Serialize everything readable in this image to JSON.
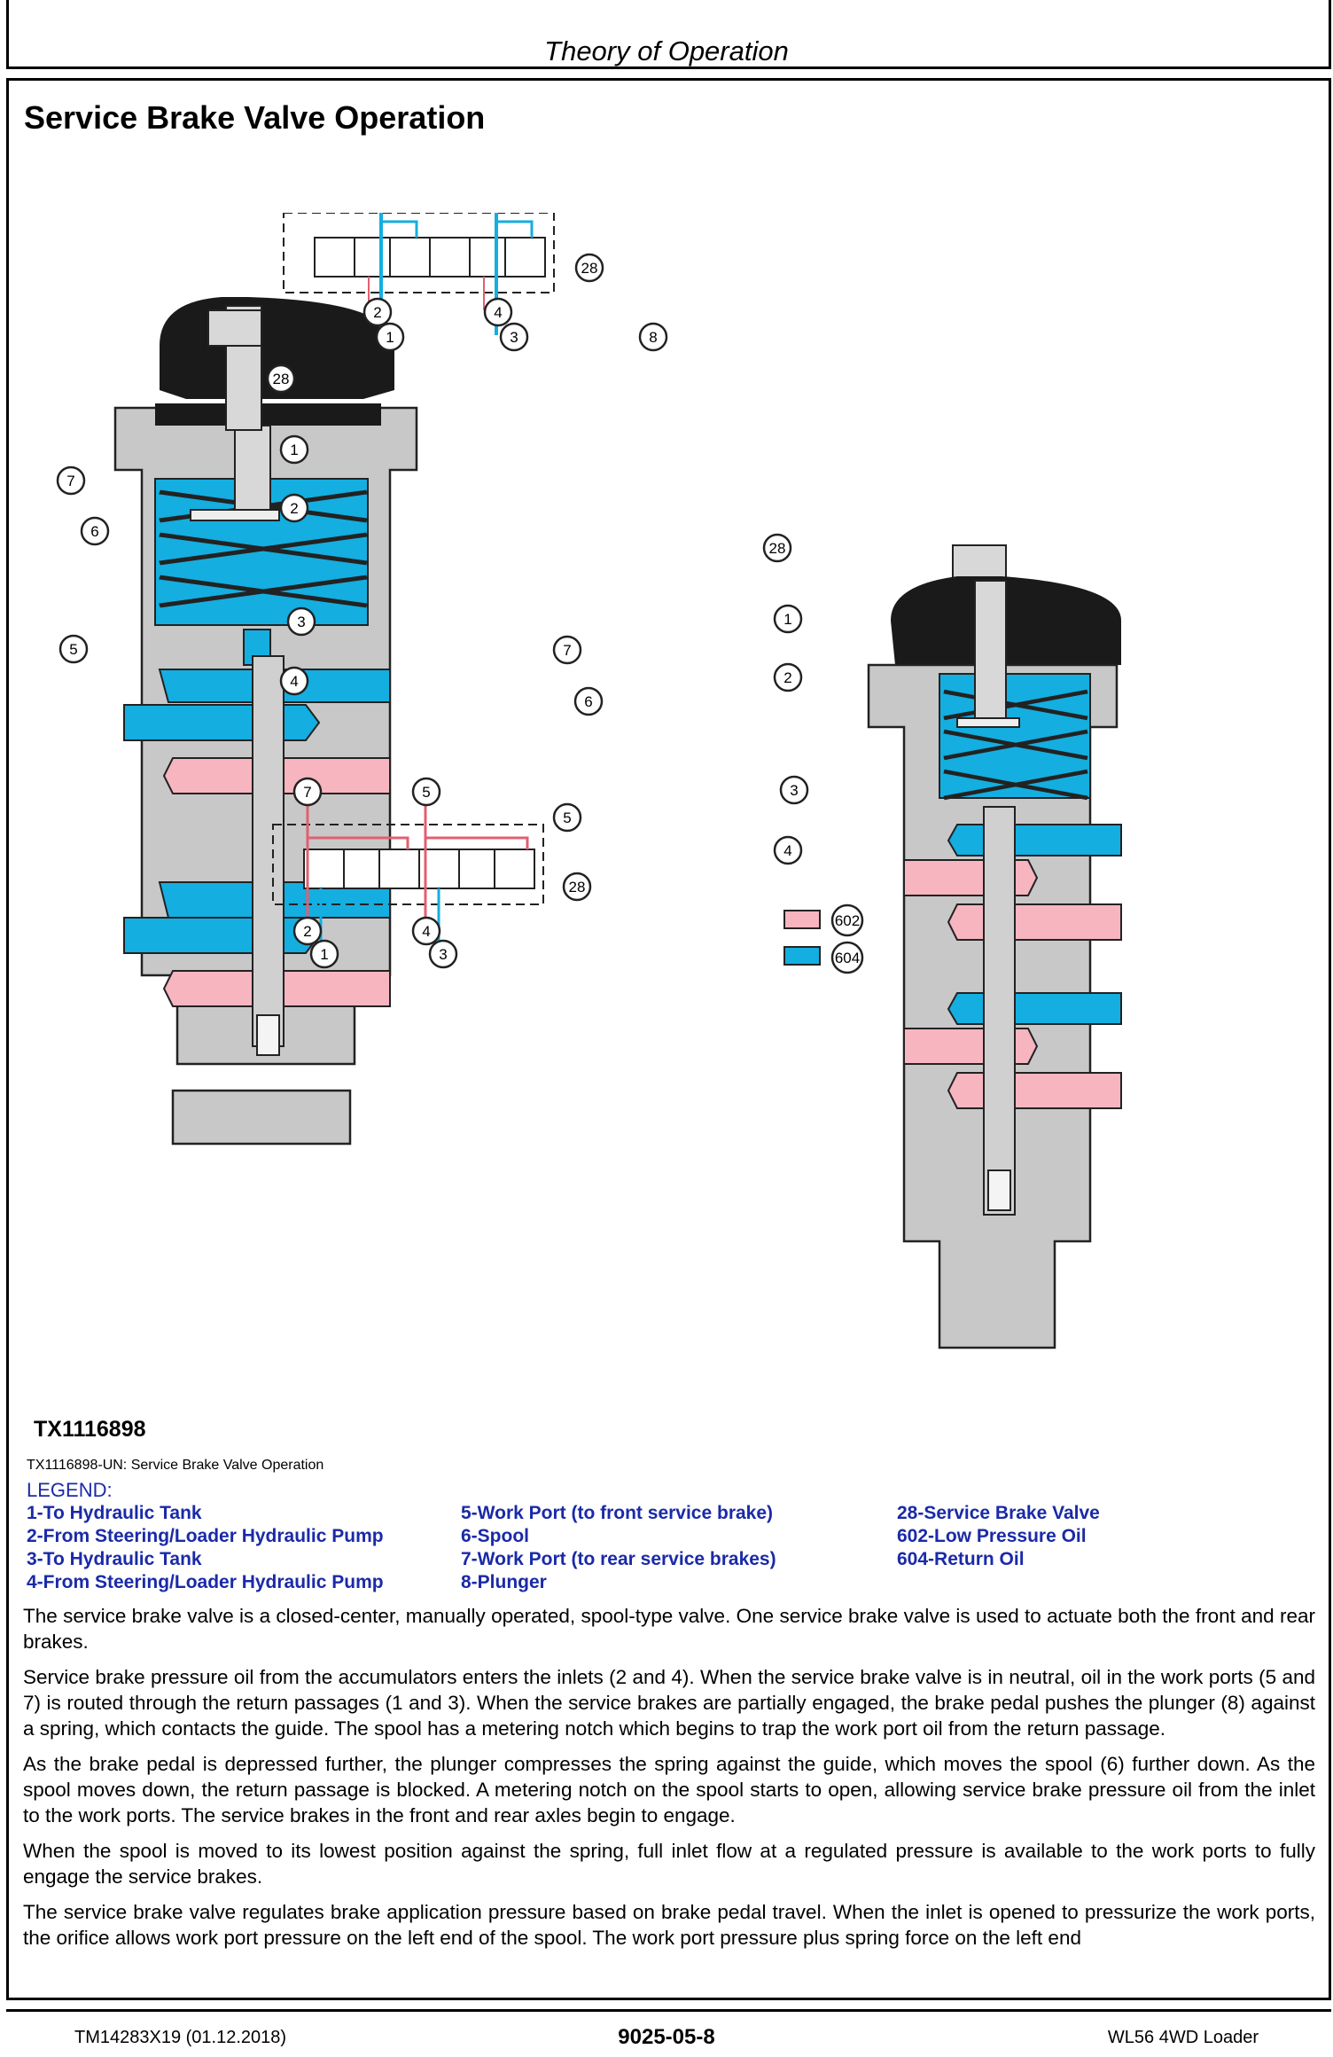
{
  "header": {
    "title": "Theory of Operation"
  },
  "section": {
    "title": "Service Brake Valve Operation"
  },
  "figure": {
    "id": "TX1116898",
    "caption": "TX1116898-UN: Service Brake Valve Operation",
    "callouts": [
      "1",
      "2",
      "3",
      "4",
      "5",
      "6",
      "7",
      "8",
      "28",
      "602",
      "604"
    ]
  },
  "legend": {
    "title": "LEGEND:",
    "col1": [
      "1-To Hydraulic Tank",
      "2-From Steering/Loader Hydraulic Pump",
      "3-To Hydraulic Tank",
      "4-From Steering/Loader Hydraulic Pump"
    ],
    "col2": [
      "5-Work Port (to front service brake)",
      "6-Spool",
      "7-Work Port (to rear service brakes)",
      "8-Plunger"
    ],
    "col3": [
      "28-Service Brake Valve",
      "602-Low Pressure Oil",
      "604-Return Oil"
    ],
    "colors": {
      "low_pressure": "#f6b5bf",
      "return": "#14aee0",
      "body": "#c8c8c8",
      "cap": "#1a1a1a"
    }
  },
  "body": [
    "The service brake valve is a closed-center, manually operated, spool-type valve. One service brake valve is used to actuate both the front and rear brakes.",
    "Service brake pressure oil from the accumulators enters the inlets (2 and 4). When the service brake valve is in neutral, oil in the work ports (5 and 7) is routed through the return passages (1 and 3). When the service brakes are partially engaged, the brake pedal pushes the plunger (8) against a spring, which contacts the guide. The spool has a metering notch which begins to trap the work port oil from the return passage.",
    "As the brake pedal is depressed further, the plunger compresses the spring against the guide, which moves the spool (6) further down. As the spool moves down, the return passage is blocked. A metering notch on the spool starts to open, allowing service brake pressure oil from the inlet to the work ports. The service brakes in the front and rear axles begin to engage.",
    "When the spool is moved to its lowest position against the spring, full inlet flow at a regulated pressure is available to the work ports to fully engage the service brakes.",
    "The service brake valve regulates brake application pressure based on brake pedal travel. When the inlet is opened to pressurize the work ports, the orifice allows work port pressure on the left end of the spool. The work port pressure plus spring force on the left end"
  ],
  "footer": {
    "left": "TM14283X19 (01.12.2018)",
    "center": "9025-05-8",
    "right": "WL56 4WD Loader"
  }
}
